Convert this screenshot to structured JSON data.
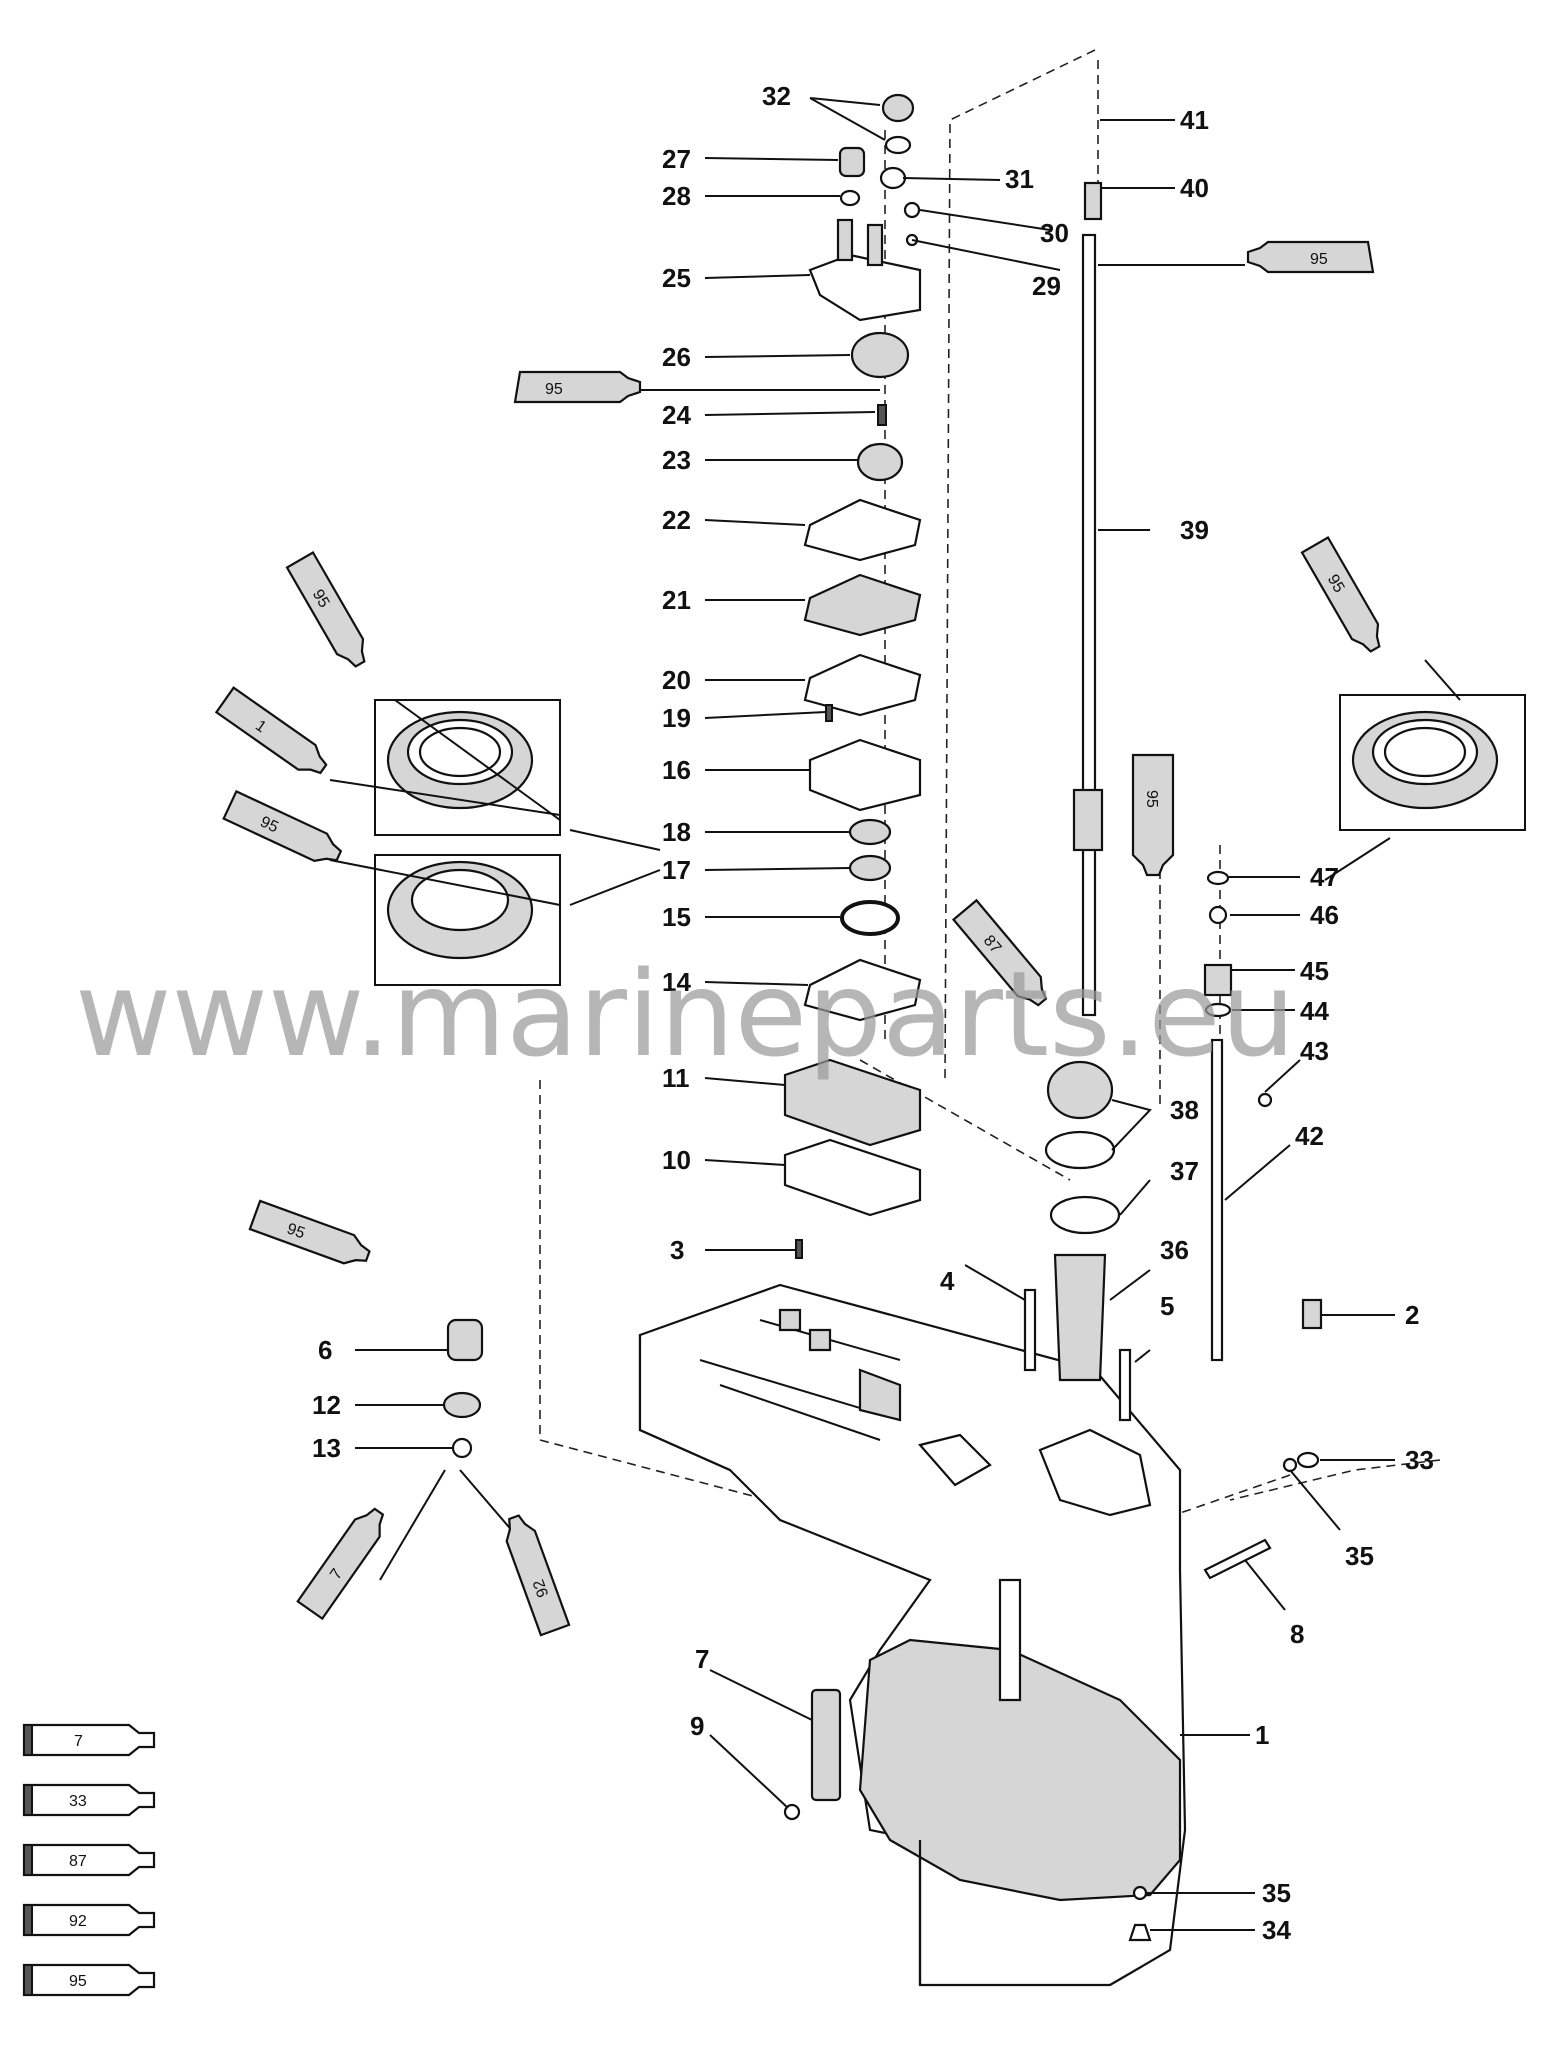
{
  "watermark": "www.marineparts.eu",
  "callouts": [
    {
      "id": "c32",
      "label": "32"
    },
    {
      "id": "c27",
      "label": "27"
    },
    {
      "id": "c28",
      "label": "28"
    },
    {
      "id": "c31",
      "label": "31"
    },
    {
      "id": "c30",
      "label": "30"
    },
    {
      "id": "c29",
      "label": "29"
    },
    {
      "id": "c25",
      "label": "25"
    },
    {
      "id": "c26",
      "label": "26"
    },
    {
      "id": "c24",
      "label": "24"
    },
    {
      "id": "c23",
      "label": "23"
    },
    {
      "id": "c22",
      "label": "22"
    },
    {
      "id": "c21",
      "label": "21"
    },
    {
      "id": "c20",
      "label": "20"
    },
    {
      "id": "c19",
      "label": "19"
    },
    {
      "id": "c16",
      "label": "16"
    },
    {
      "id": "c18",
      "label": "18"
    },
    {
      "id": "c17",
      "label": "17"
    },
    {
      "id": "c15",
      "label": "15"
    },
    {
      "id": "c14",
      "label": "14"
    },
    {
      "id": "c11",
      "label": "11"
    },
    {
      "id": "c10",
      "label": "10"
    },
    {
      "id": "c3",
      "label": "3"
    },
    {
      "id": "c6",
      "label": "6"
    },
    {
      "id": "c12",
      "label": "12"
    },
    {
      "id": "c13",
      "label": "13"
    },
    {
      "id": "c41",
      "label": "41"
    },
    {
      "id": "c40",
      "label": "40"
    },
    {
      "id": "c39",
      "label": "39"
    },
    {
      "id": "c47",
      "label": "47"
    },
    {
      "id": "c46",
      "label": "46"
    },
    {
      "id": "c45",
      "label": "45"
    },
    {
      "id": "c44",
      "label": "44"
    },
    {
      "id": "c43",
      "label": "43"
    },
    {
      "id": "c42",
      "label": "42"
    },
    {
      "id": "c38",
      "label": "38"
    },
    {
      "id": "c37",
      "label": "37"
    },
    {
      "id": "c36",
      "label": "36"
    },
    {
      "id": "c4",
      "label": "4"
    },
    {
      "id": "c5",
      "label": "5"
    },
    {
      "id": "c2",
      "label": "2"
    },
    {
      "id": "c33",
      "label": "33"
    },
    {
      "id": "c35a",
      "label": "35"
    },
    {
      "id": "c8",
      "label": "8"
    },
    {
      "id": "c7",
      "label": "7"
    },
    {
      "id": "c9",
      "label": "9"
    },
    {
      "id": "c1",
      "label": "1"
    },
    {
      "id": "c35b",
      "label": "35"
    },
    {
      "id": "c34",
      "label": "34"
    }
  ],
  "tubes": [
    {
      "id": "t95-top-right",
      "label": "95"
    },
    {
      "id": "t95-mid-left",
      "label": "95"
    },
    {
      "id": "t95-left-1",
      "label": "95"
    },
    {
      "id": "t1-left",
      "label": "1"
    },
    {
      "id": "t95-left-2",
      "label": "95"
    },
    {
      "id": "t95-right",
      "label": "95"
    },
    {
      "id": "t95-center",
      "label": "95"
    },
    {
      "id": "t87-center",
      "label": "87"
    },
    {
      "id": "t95-lower-left",
      "label": "95"
    },
    {
      "id": "t7-lower",
      "label": "7"
    },
    {
      "id": "t92-lower",
      "label": "92"
    }
  ],
  "legend": [
    {
      "label": "7"
    },
    {
      "label": "33"
    },
    {
      "label": "87"
    },
    {
      "label": "92"
    },
    {
      "label": "95"
    }
  ]
}
